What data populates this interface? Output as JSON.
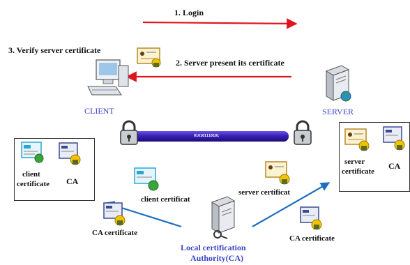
{
  "steps": {
    "login": "1. Login",
    "verify": "3. Verify server certificate",
    "present": "2. Server present its certificate"
  },
  "nodes": {
    "client": "CLIENT",
    "server": "SERVER",
    "ca_line1": "Local certification",
    "ca_line2": "Authority(CA)"
  },
  "tunnel": {
    "binary": "010101110101"
  },
  "client_box": {
    "cert_line1": "client",
    "cert_line2": "certificate",
    "ca": "CA"
  },
  "server_box": {
    "cert_line1": "server",
    "cert_line2": "certificate",
    "ca": "CA"
  },
  "floating": {
    "client_cert": "client certificat",
    "server_cert": "server certificat",
    "ca_cert_left": "CA certificate",
    "ca_cert_right": "CA certificate"
  },
  "colors": {
    "red_arrow": "#e0141e",
    "blue_arrow": "#1e6fc0",
    "tunnel": "#3a1fb8",
    "label_blue": "#3b45c7"
  }
}
